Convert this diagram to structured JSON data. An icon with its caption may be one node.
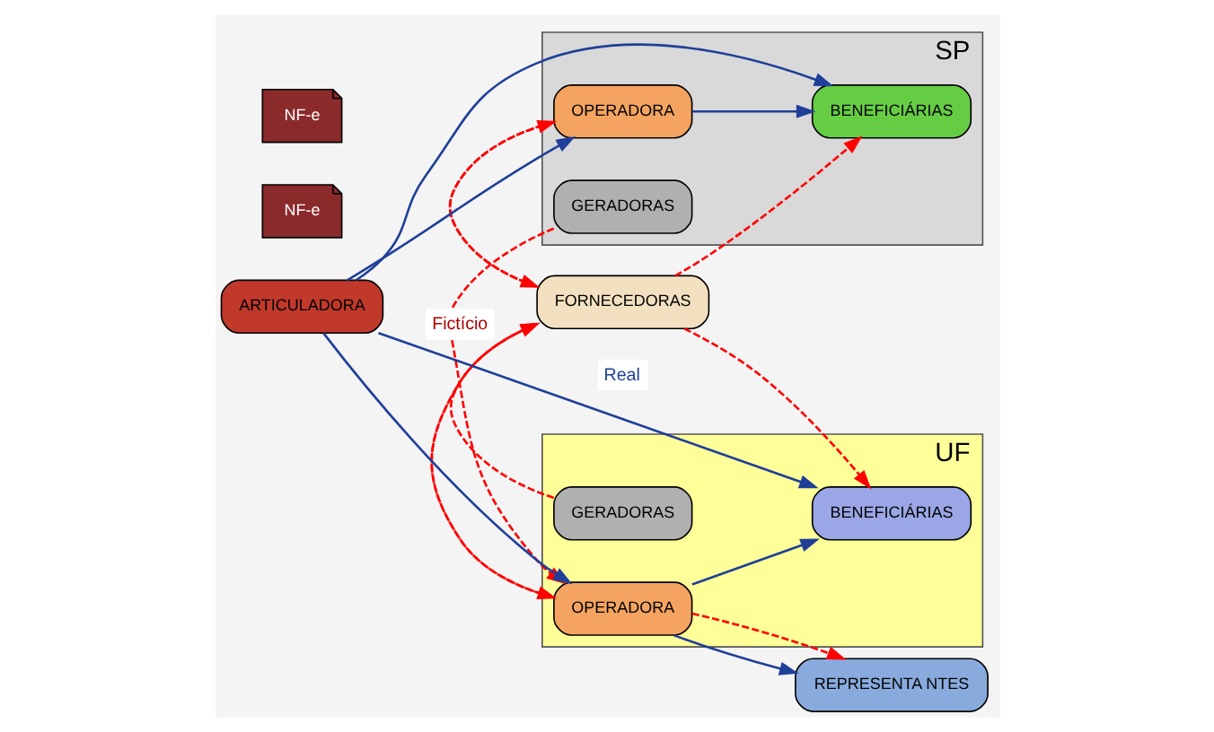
{
  "diagram": {
    "nodes": [
      {
        "text": [
          "SP"
        ]
      },
      {
        "text": [
          "UF"
        ]
      },
      {
        "text": [
          "OPERADORA"
        ],
        "in": 0
      },
      {
        "text": [
          "BENEFICIÁRIAS"
        ],
        "in": 0
      },
      {
        "text": [
          "GERADORAS"
        ],
        "in": 0
      },
      {
        "text": [
          "FORNECEDORAS"
        ]
      },
      {
        "text": [
          "ARTICULADORA"
        ]
      },
      {
        "text": [
          "GERADORAS"
        ],
        "in": 1
      },
      {
        "text": [
          "OPERADORA"
        ],
        "in": 1
      },
      {
        "text": [
          "REPRESENTA NTES"
        ]
      },
      {
        "text": [
          "BENEFICIÁRIAS"
        ],
        "in": 1
      }
    ],
    "edges": [
      {
        "from": 6,
        "to": 2,
        "arrow": "to",
        "color": "#1f3f99"
      },
      {
        "from": 2,
        "to": 3,
        "arrow": "to",
        "color": "#1f3f99"
      },
      {
        "from": 6,
        "to": 3,
        "arrow": "to",
        "color": "#1f3f99"
      },
      {
        "from": 2,
        "to": 5,
        "arrow": "to",
        "style": "dashed"
      },
      {
        "from": 5,
        "to": 2,
        "arrow": "to",
        "style": "dashed"
      },
      {
        "from": 4,
        "to": 8,
        "arrow": "to",
        "style": "dashed",
        "label": "Fictício"
      },
      {
        "from": 7,
        "to": 5,
        "arrow": "to",
        "style": "dashed"
      },
      {
        "from": 5,
        "to": 3,
        "arrow": "to",
        "style": "dashed"
      },
      {
        "from": 5,
        "to": 10,
        "arrow": "to",
        "style": "dashed"
      },
      {
        "from": 5,
        "to": 8,
        "arrow": "to",
        "style": "dashed"
      },
      {
        "from": 8,
        "to": 5,
        "arrow": "to",
        "style": "dashed"
      },
      {
        "from": 6,
        "to": 8,
        "arrow": "to",
        "color": "#1f3f99"
      },
      {
        "from": 8,
        "to": 10,
        "arrow": "to",
        "color": "#1f3f99"
      },
      {
        "from": 8,
        "to": 9,
        "arrow": "to",
        "color": "#1f3f99"
      },
      {
        "from": 8,
        "to": 9,
        "arrow": "to",
        "style": "dashed"
      },
      {
        "from": 6,
        "to": 10,
        "arrow": "to",
        "color": "#1f3f99",
        "label": "Real"
      }
    ],
    "labels": [
      "NF-e",
      "NF-e"
    ]
  }
}
